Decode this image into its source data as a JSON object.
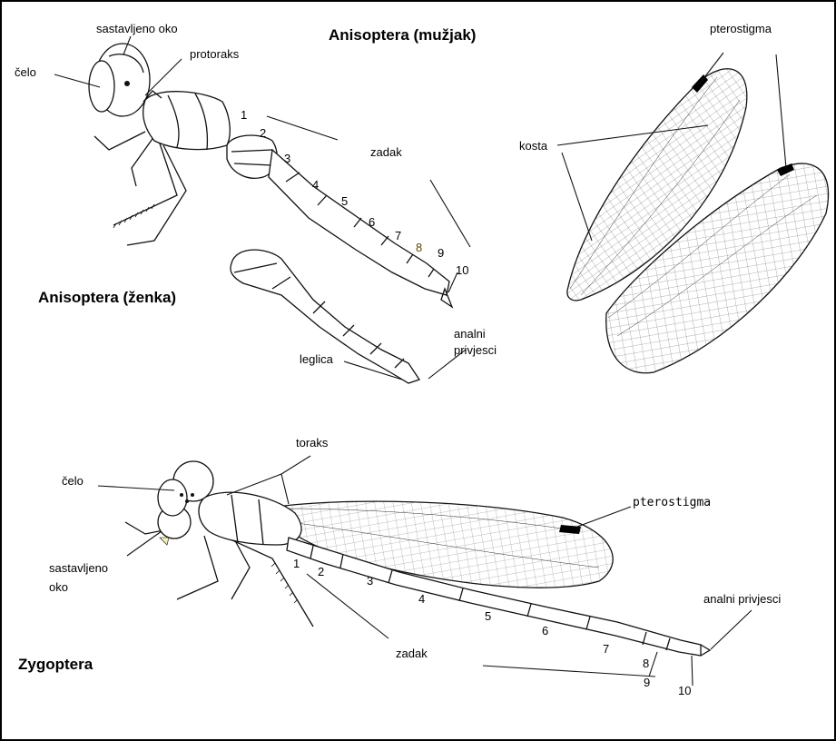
{
  "anisoptera_male": {
    "title": "Anisoptera (mužjak)",
    "labels": {
      "compound_eye": "sastavljeno oko",
      "frons": "čelo",
      "prothorax": "protoraks",
      "abdomen": "zadak",
      "costa": "kosta",
      "pterostigma": "pterostigma"
    },
    "segments": [
      "1",
      "2",
      "3",
      "4",
      "5",
      "6",
      "7",
      "8",
      "9",
      "10"
    ]
  },
  "anisoptera_female": {
    "title": "Anisoptera (ženka)",
    "labels": {
      "ovipositor": "leglica",
      "anal_appendages_line1": "analni",
      "anal_appendages_line2": "privjesci"
    }
  },
  "zygoptera": {
    "title": "Zygoptera",
    "labels": {
      "thorax": "toraks",
      "frons": "čelo",
      "compound_eye_line1": "sastavljeno",
      "compound_eye_line2": "oko",
      "pterostigma": "pterostigma",
      "anal_appendages": "analni privjesci",
      "abdomen": "zadak"
    },
    "segments": [
      "1",
      "2",
      "3",
      "4",
      "5",
      "6",
      "7",
      "8",
      "9",
      "10"
    ]
  },
  "colors": {
    "border": "#000000",
    "ink": "#111111",
    "background": "#ffffff"
  }
}
